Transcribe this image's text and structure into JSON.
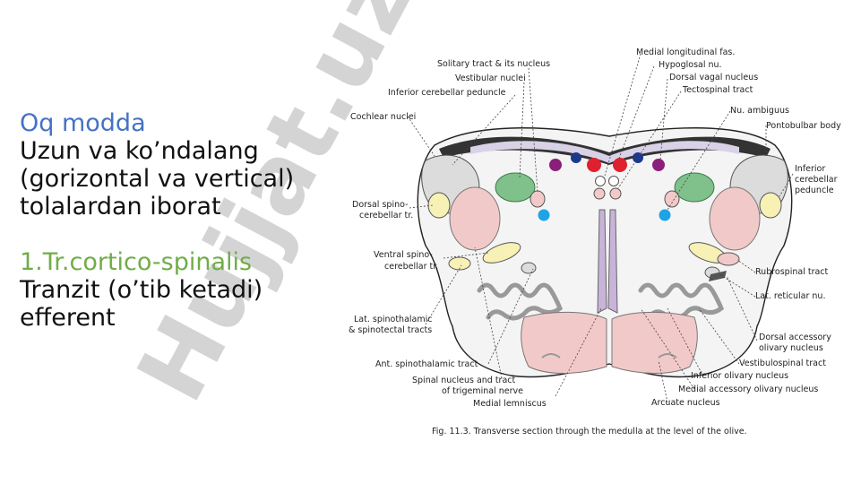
{
  "slide": {
    "heading": "Oq modda",
    "lines": [
      "Uzun va ko’ndalang",
      "(gorizontal va vertical)",
      "tolalardan iborat"
    ],
    "tract_title": "1.Tr.cortico-spinalis",
    "tract_lines": [
      "Tranzit (o’tib ketadi)",
      "efferent"
    ]
  },
  "figure": {
    "labels_left": [
      "Solitary tract & its nucleus",
      "Vestibular nuclei",
      "Inferior cerebellar peduncle",
      "Cochlear nuclei",
      "Dorsal spino-",
      "cerebellar tr.",
      "Ventral spino-",
      "cerebellar tr.",
      "Lat. spinothalamic",
      "& spinotectal tracts",
      "Ant. spinothalamic tract",
      "Spinal nucleus and tract",
      "of trigeminal nerve",
      "Medial lemniscus"
    ],
    "labels_right": [
      "Medial longitudinal fas.",
      "Hypoglosal nu.",
      "Dorsal vagal nucleus",
      "Tectospinal tract",
      "Nu. ambiguus",
      "Pontobulbar body",
      "Inferior",
      "cerebellar",
      "peduncle",
      "Rubrospinal tract",
      "Lat. reticular nu.",
      "Dorsal accessory",
      "olivary nucleus",
      "Vestibulospinal tract",
      "Inferior olivary nucleus",
      "Medial accessory olivary nucleus",
      "Arcuate nucleus"
    ],
    "caption": "Fig. 11.3. Transverse section through the medulla at the level of the olive."
  },
  "watermark": {
    "text": "Hujjat.uz"
  },
  "colors": {
    "heading": "#4472c4",
    "tract_title": "#70ad47",
    "body_text": "#111111",
    "watermark": "#b0b0b0"
  }
}
